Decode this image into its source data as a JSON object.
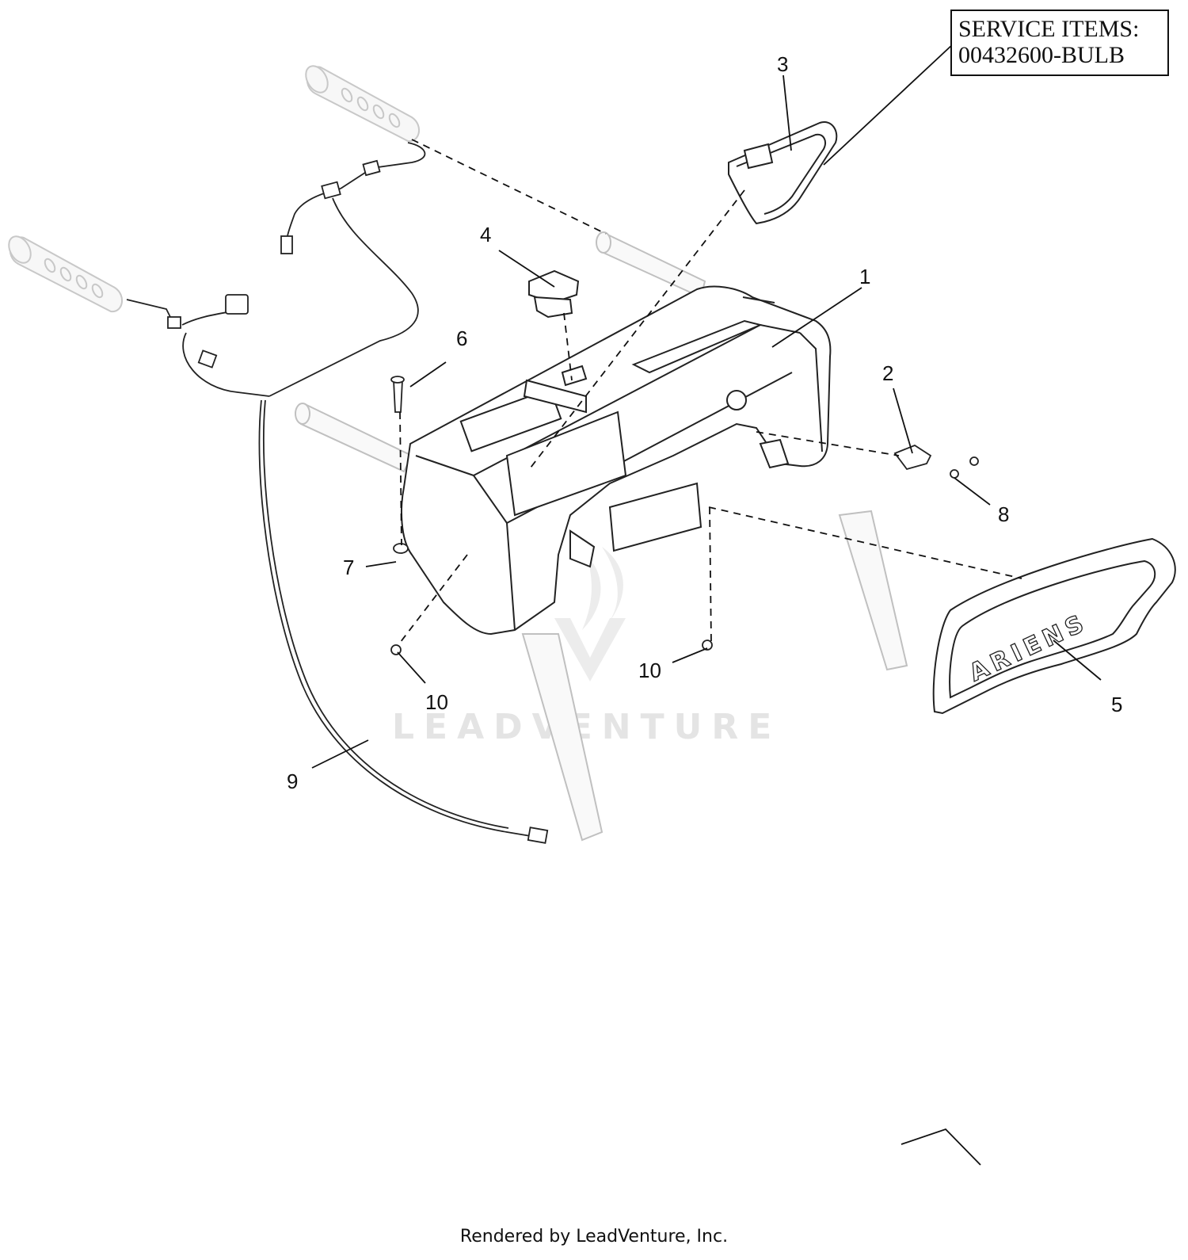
{
  "service_box": {
    "line1": "SERVICE ITEMS:",
    "line2": "00432600-BULB"
  },
  "callouts": {
    "c1": "1",
    "c2": "2",
    "c3": "3",
    "c4": "4",
    "c5": "5",
    "c6": "6",
    "c7": "7",
    "c8": "8",
    "c9": "9",
    "c10a": "10",
    "c10b": "10"
  },
  "panel_logo": "ARIENS",
  "watermark": "LEADVENTURE",
  "footer": "Rendered by LeadVenture, Inc."
}
